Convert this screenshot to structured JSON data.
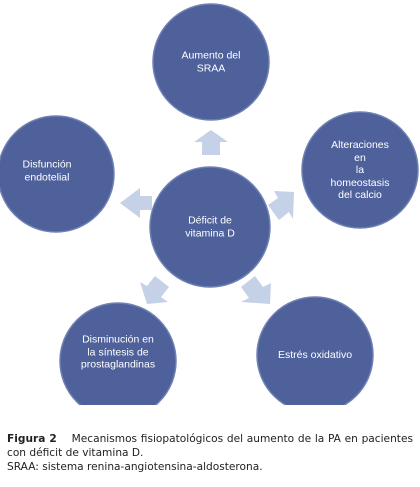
{
  "diagram": {
    "nodes": {
      "center": "Déficit de\nvitamina D",
      "top": "Aumento del\nSRAA",
      "right": "Alteraciones en\nla homeostasis\ndel calcio",
      "lower_right": "Estrés oxidativo",
      "lower_left": "Disminución en\nla síntesis de\nprostaglandinas",
      "left": "Disfunción\nendotelial"
    },
    "colors": {
      "node_fill": "#4f619b",
      "node_stroke": "#6f80b4",
      "arrow_fill": "#c5d1e6"
    }
  },
  "caption": {
    "label": "Figura 2",
    "text": "Mecanismos fisiopatológicos del aumento de la PA en pacientes con déficit de vitamina D.",
    "abbreviations": "SRAA: sistema renina-angiotensina-aldosterona."
  }
}
